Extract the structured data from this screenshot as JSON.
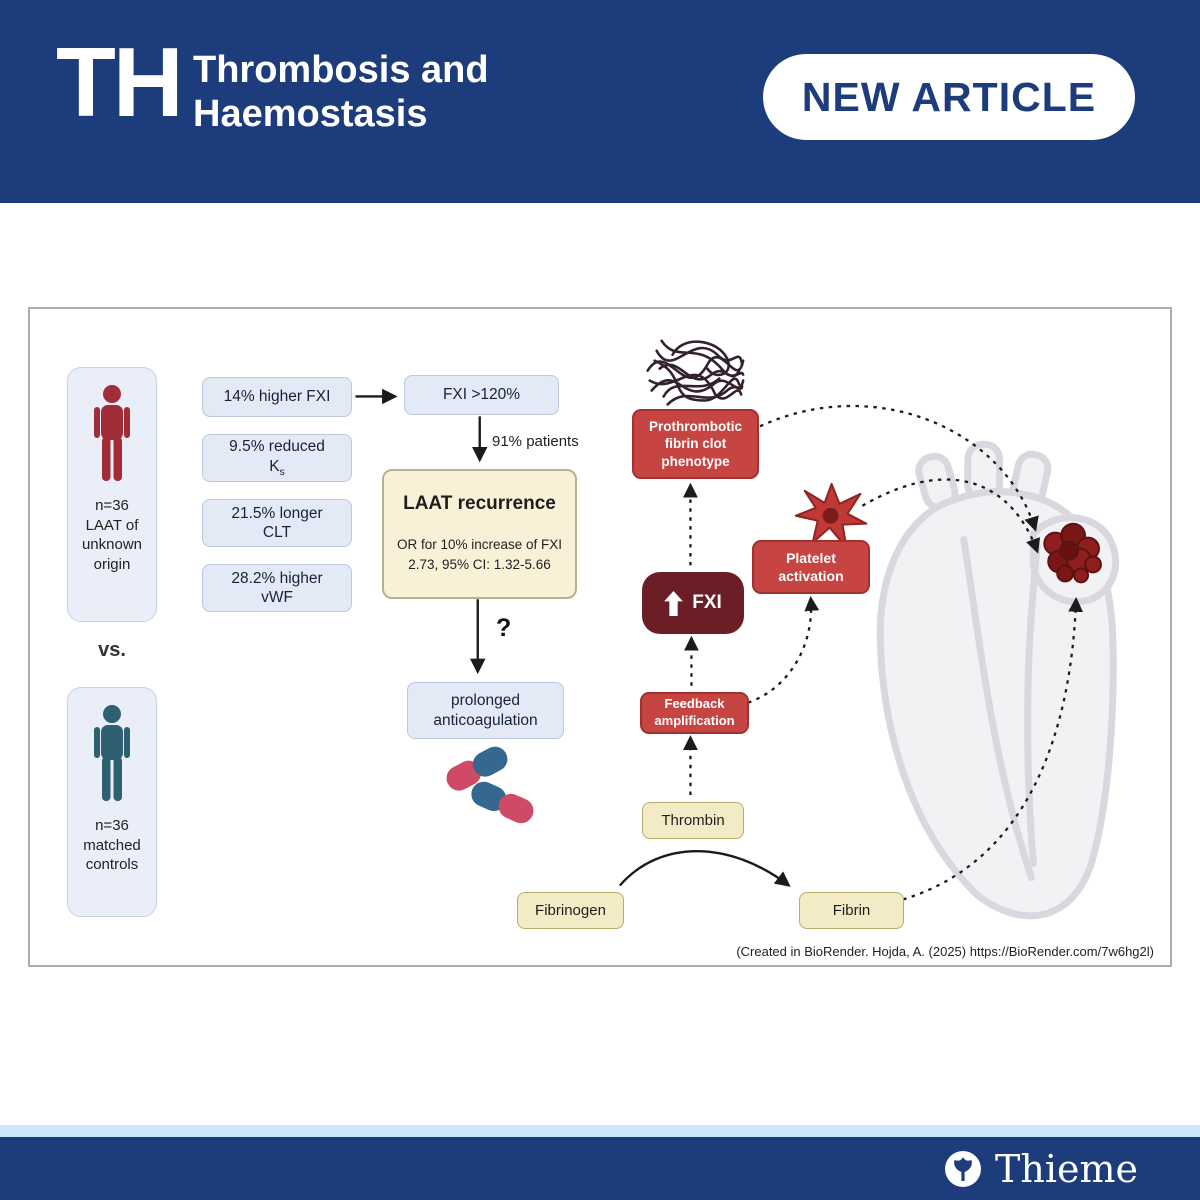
{
  "header": {
    "logo": "TH",
    "journal": "Thrombosis and\nHaemostasis",
    "badge": "NEW ARTICLE"
  },
  "figure": {
    "cohorts": {
      "case": {
        "label": "n=36\nLAAT of\nunknown\norigin"
      },
      "versus": "vs.",
      "control": {
        "label": "n=36\nmatched\ncontrols"
      }
    },
    "stats": [
      {
        "text": "14% higher FXI"
      },
      {
        "prefix": "9.5% reduced\nK",
        "sub": "s"
      },
      {
        "text": "21.5% longer\nCLT"
      },
      {
        "text": "28.2% higher\nvWF"
      }
    ],
    "flow": {
      "fxi_threshold": "FXI >120%",
      "patients_note": "91% patients",
      "laat_title": "LAAT recurrence",
      "laat_detail": "OR for 10% increase of FXI\n2.73, 95% CI: 1.32-5.66",
      "question_mark": "?",
      "prolonged": "prolonged\nanticoagulation"
    },
    "pathway": {
      "prothrombotic": "Prothrombotic\nfibrin clot\nphenotype",
      "fxi_up": "FXI",
      "platelet_activation": "Platelet\nactivation",
      "feedback": "Feedback\namplification",
      "thrombin": "Thrombin",
      "fibrinogen": "Fibrinogen",
      "fibrin": "Fibrin"
    },
    "caption": "(Created in BioRender. Hojda, A. (2025) https://BioRender.com/7w6hg2l)"
  },
  "footer": {
    "brand": "Thieme"
  },
  "colors": {
    "navy": "#1d3c7c",
    "light_blue_box": "#e3eaf5",
    "red_box": "#c64441",
    "dark_red_box": "#6b1e25",
    "cream_box": "#f8f1d7",
    "yellow_box": "#f3eac6",
    "case_person": "#a12d38",
    "control_person": "#2f6072",
    "footer_strip": "#cbe7f8"
  },
  "icons": {
    "person-case-icon": "red person pictogram",
    "person-control-icon": "teal person pictogram",
    "platelet-icon": "red spiky activated platelet",
    "capsules-icon": "two red/blue pill capsules",
    "fibrin-clot-image": "dark fibrin fiber tangle",
    "heart-illustration": "gray anatomical heart outline",
    "laa-thrombus-icon": "dark red clot cluster",
    "up-arrow-icon": "white upward arrow",
    "thieme-tree-icon": "white circle with tree"
  }
}
